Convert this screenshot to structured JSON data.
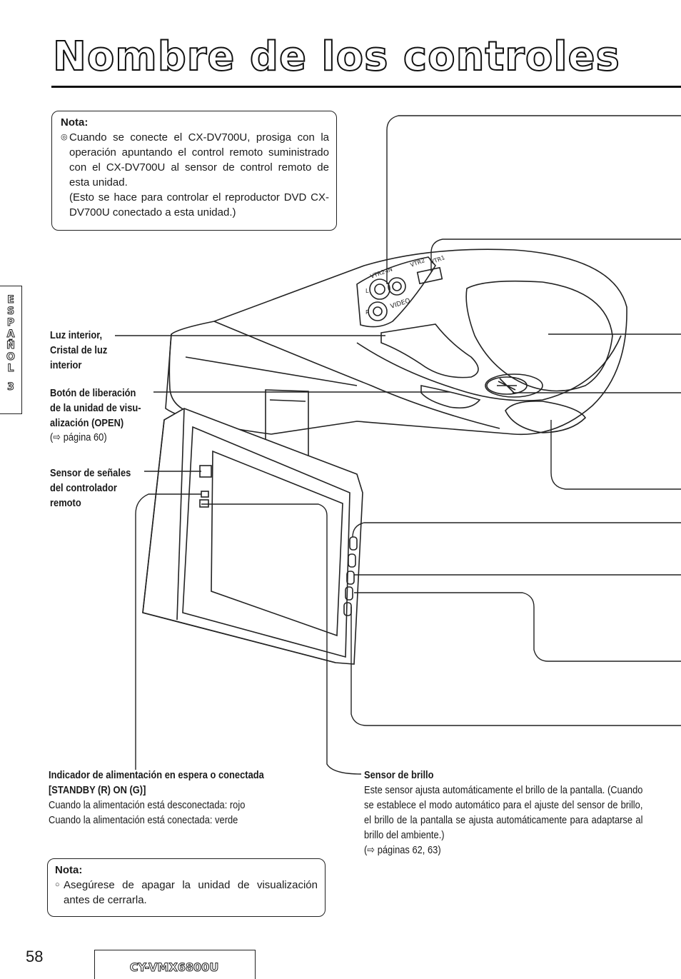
{
  "page": {
    "title": "Nombre de los controles",
    "page_number": "58",
    "model": "CY-VMX6800U",
    "side_tab": [
      "E",
      "S",
      "P",
      "A",
      "Ñ",
      "O",
      "L",
      "3"
    ]
  },
  "note_top": {
    "title": "Nota:",
    "text": "Cuando se conecte el CX-DV700U, prosiga con la operación apuntando el control remoto suministrado con el CX-DV700U al sensor de control remoto de esta unidad.",
    "text2": "(Esto se hace para controlar el reproductor DVD CX-DV700U conectado a esta unidad.)"
  },
  "labels": {
    "luz_interior": "Luz interior,\nCristal de luz\ninterior",
    "boton_liberacion": "Botón de liberación\nde la unidad de visu-\nalización (OPEN)",
    "boton_liberacion_ref": "(⇨ página 60)",
    "sensor_senales": "Sensor de señales\ndel controlador\nremoto"
  },
  "device_markings": {
    "vtr2_in": "VTR2-IN",
    "vtr2": "VTR2",
    "vtr1": "VTR1",
    "l": "L",
    "r": "R",
    "video": "VIDEO"
  },
  "indicator": {
    "title": "Indicador de alimentación en espera o conectada",
    "title2": "[STANDBY (R) ON (G)]",
    "line1": "Cuando la alimentación está desconectada: rojo",
    "line2": "Cuando la alimentación está conectada: verde"
  },
  "brightness": {
    "title": "Sensor de brillo",
    "text": "Este sensor ajusta automáticamente el brillo de la pantalla. (Cuando se establece el modo automático para el ajuste del sensor de brillo, el brillo de la pantalla se ajusta automáticamente para adaptarse al brillo del ambiente.)",
    "ref": "(⇨ páginas 62, 63)"
  },
  "note_bottom": {
    "title": "Nota:",
    "text": "Asegúrese de apagar la unidad de visualización antes de cerrarla."
  },
  "icons": [
    "bullet-circle-icon",
    "arrow-right-icon"
  ]
}
